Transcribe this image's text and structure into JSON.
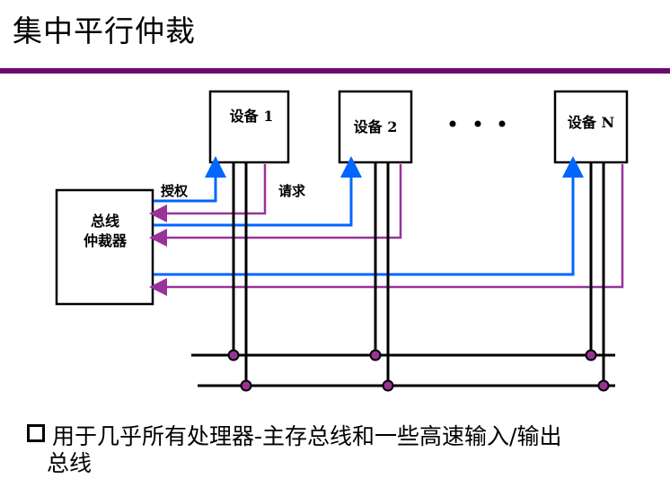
{
  "title": "集中平行仲裁",
  "colors": {
    "title_rule": "#6b0a72",
    "grant_line": "#0066ff",
    "request_line": "#993399",
    "bus_line": "#000000",
    "bus_node": "#993399"
  },
  "diagram": {
    "arbiter": {
      "label_line1": "总线",
      "label_line2": "仲裁器"
    },
    "devices": [
      {
        "label": "设备 1"
      },
      {
        "label": "设备 2"
      },
      {
        "label": "设备 N"
      }
    ],
    "ellipsis": "• • •",
    "signal_labels": {
      "grant": "授权",
      "request": "请求"
    }
  },
  "bullet": {
    "line1": "用于几乎所有处理器-主存总线和一些高速输入/输出",
    "line2": "总线"
  }
}
